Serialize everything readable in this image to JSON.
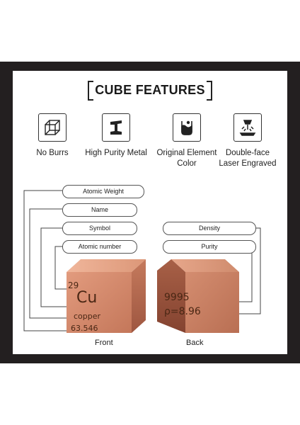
{
  "title": "CUBE FEATURES",
  "features": [
    {
      "label": "No Burrs",
      "icon": "cube-outline-icon"
    },
    {
      "label": "High Purity Metal",
      "icon": "i-beam-icon"
    },
    {
      "label": "Original Element Color",
      "icon": "beaker-icon"
    },
    {
      "label": "Double-face Laser Engraved",
      "icon": "laser-engraving-icon"
    }
  ],
  "labels": {
    "atomic_weight": "Atomic Weight",
    "name": "Name",
    "symbol": "Symbol",
    "atomic_number": "Atomic number",
    "density": "Density",
    "purity": "Purity"
  },
  "front": {
    "atomic_number": "29",
    "symbol": "Cu",
    "name": "copper",
    "weight": "63.546",
    "caption": "Front"
  },
  "back": {
    "purity": "9995",
    "density": "ρ=8.96",
    "caption": "Back"
  },
  "colors": {
    "frame": "#231f20",
    "copper_front": "#d88a6c",
    "copper_top": "#e9a88b",
    "copper_side": "#b7674b"
  }
}
